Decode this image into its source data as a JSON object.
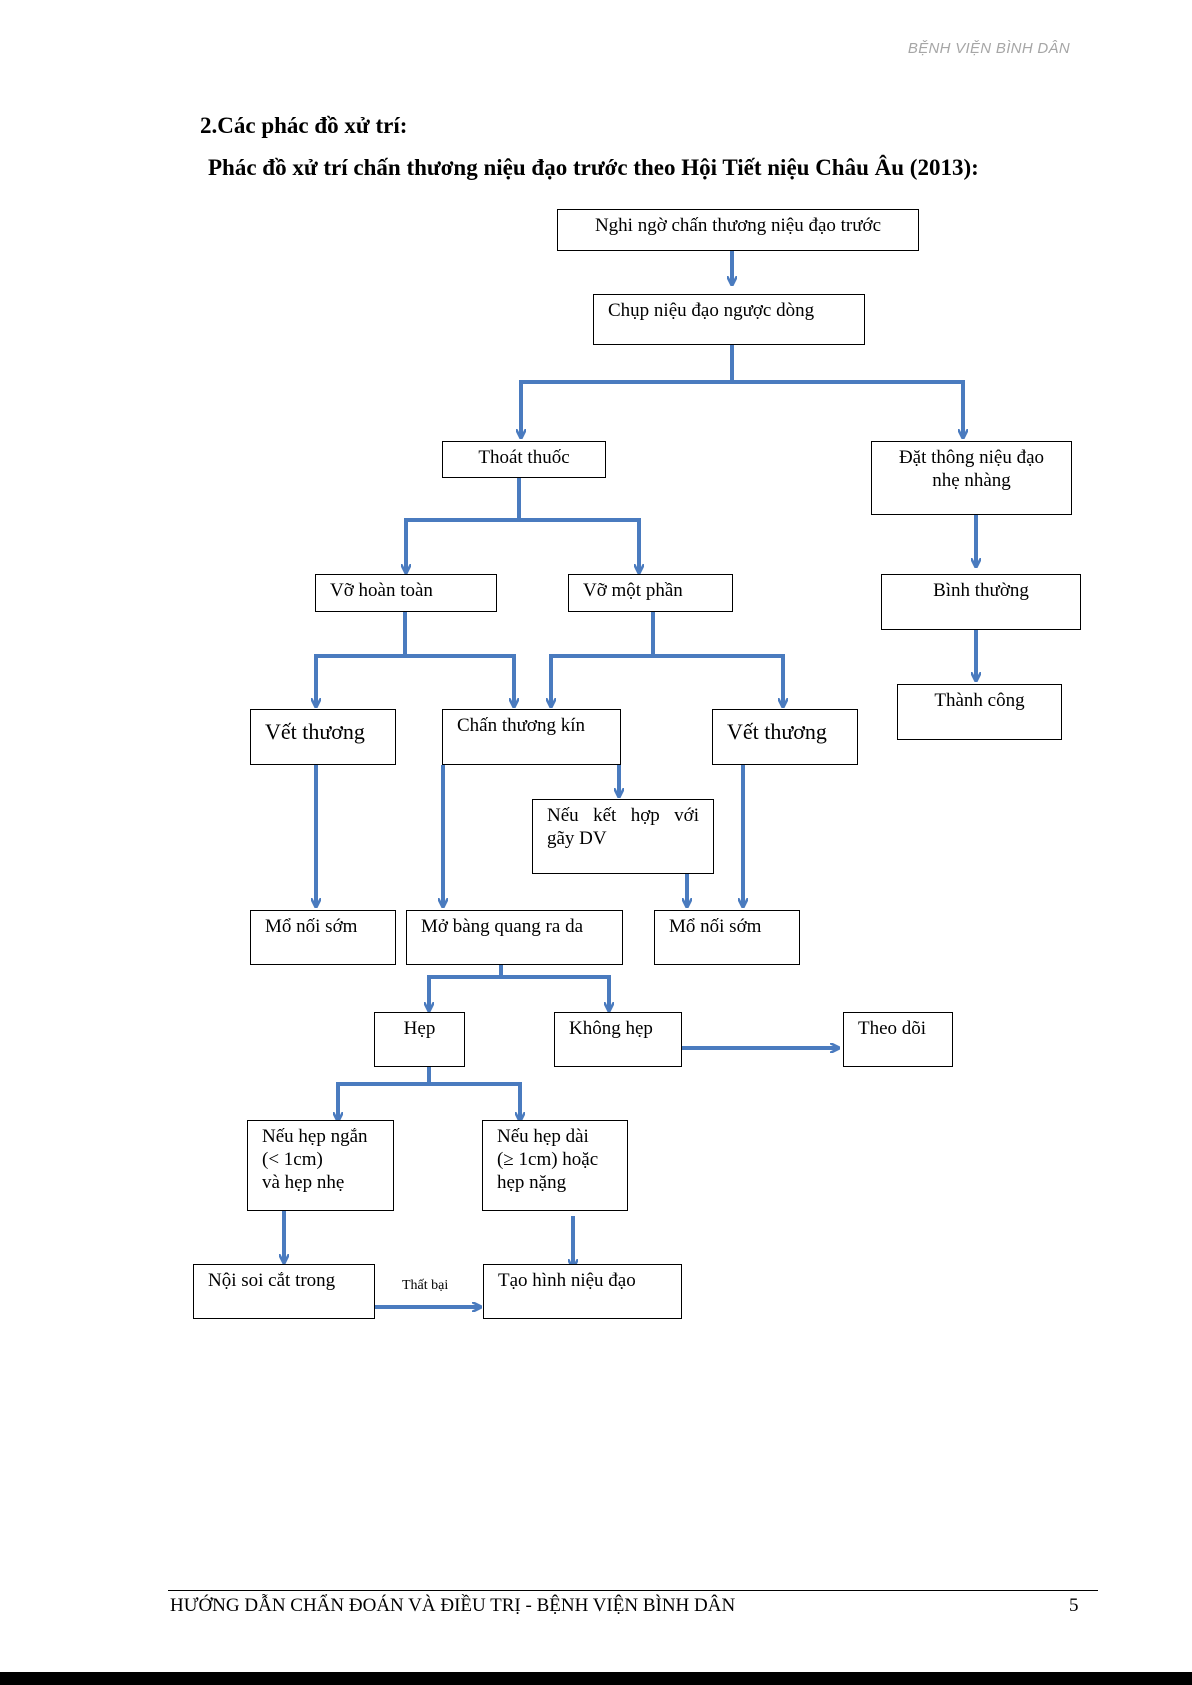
{
  "header": {
    "hospital": "BỆNH VIỆN BÌNH DÂN"
  },
  "section_title": "2.Các phác đồ xử trí:",
  "diagram_title": "Phác đồ xử trí chấn thương niệu đạo trước theo Hội Tiết niệu Châu Âu (2013):",
  "nodes": {
    "suspect": "Nghi ngờ chấn thương niệu đạo trước",
    "urethrogram": "Chụp niệu đạo ngược dòng",
    "extravasation": "Thoát thuốc",
    "catheter_l1": "Đặt thông niệu đạo",
    "catheter_l2": "nhẹ nhàng",
    "normal": "Bình thường",
    "success": "Thành công",
    "complete_rupture": "Vỡ hoàn toàn",
    "partial_rupture": "Vỡ một phần",
    "wound_left": "Vết thương",
    "blunt": "Chấn thương kín",
    "wound_right": "Vết thương",
    "fracture_l1": "Nếu kết hợp với",
    "fracture_l2": "gãy DV",
    "early_repair_left": "Mổ nối sớm",
    "cystostomy": "Mở bàng quang ra da",
    "early_repair_right": "Mổ nối sớm",
    "stricture": "Hẹp",
    "no_stricture": "Không hẹp",
    "followup": "Theo dõi",
    "short_l1": "Nếu hẹp ngắn",
    "short_l2": "(< 1cm)",
    "short_l3": "và hẹp nhẹ",
    "long_l1": "Nếu hẹp dài",
    "long_l2": "(≥ 1cm) hoặc",
    "long_l3": "hẹp nặng",
    "urethrotomy": "Nội soi cắt trong",
    "urethroplasty": "Tạo hình niệu đạo"
  },
  "edge_labels": {
    "failure": "Thất bại"
  },
  "colors": {
    "arrow": "#4a7bbf"
  },
  "footer": {
    "text": "HƯỚNG DẪN CHẨN ĐOÁN VÀ ĐIỀU TRỊ - BỆNH VIỆN BÌNH DÂN",
    "page": "5"
  }
}
